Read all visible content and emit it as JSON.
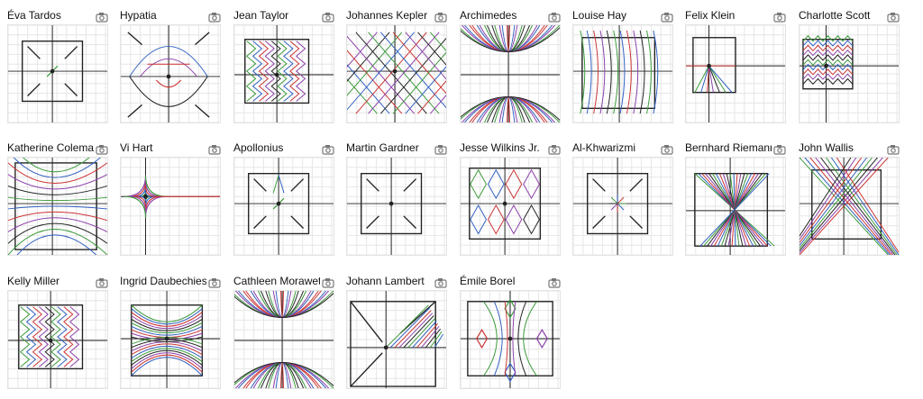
{
  "gallery": {
    "cards": [
      {
        "name": "Éva Tardos",
        "pattern": "square-diagonals"
      },
      {
        "name": "Hypatia",
        "pattern": "lens-curves"
      },
      {
        "name": "Jean Taylor",
        "pattern": "vertical-zigzag"
      },
      {
        "name": "Johannes Kepler",
        "pattern": "diamond-lattice"
      },
      {
        "name": "Archimedes",
        "pattern": "hourglass-rays"
      },
      {
        "name": "Louise Hay",
        "pattern": "vertical-waves"
      },
      {
        "name": "Felix Klein",
        "pattern": "small-square-rays"
      },
      {
        "name": "Charlotte Scott",
        "pattern": "zigzag-block"
      },
      {
        "name": "Katherine Colema",
        "pattern": "wide-fan"
      },
      {
        "name": "Vi Hart",
        "pattern": "astroid"
      },
      {
        "name": "Apollonius",
        "pattern": "square-diagonals-top"
      },
      {
        "name": "Martin Gardner",
        "pattern": "square-diagonals-plain"
      },
      {
        "name": "Jesse Wilkins Jr.",
        "pattern": "diamond-chain"
      },
      {
        "name": "Al-Khwarizmi",
        "pattern": "center-star"
      },
      {
        "name": "Bernhard Riemann",
        "pattern": "dense-star"
      },
      {
        "name": "John Wallis",
        "pattern": "cross-diagonals"
      },
      {
        "name": "Kelly Miller",
        "pattern": "vertical-zigzag"
      },
      {
        "name": "Ingrid Daubechies",
        "pattern": "parabola-fan"
      },
      {
        "name": "Cathleen Morawet",
        "pattern": "hourglass-rays"
      },
      {
        "name": "Johann Lambert",
        "pattern": "corner-hatch"
      },
      {
        "name": "Émile Borel",
        "pattern": "diamond-ends"
      }
    ],
    "icon": "camera-icon",
    "colors": {
      "black": "#222222",
      "green": "#3a9a3a",
      "blue": "#2f5fc0",
      "red": "#cc3333",
      "purple": "#8a3fa8",
      "grid": "#e6e6e6"
    }
  }
}
